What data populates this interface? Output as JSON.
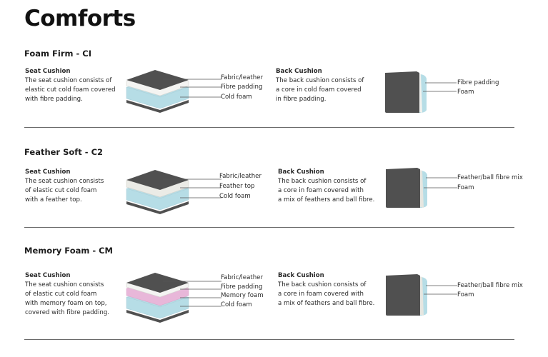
{
  "page": {
    "title": "Comforts"
  },
  "sections": [
    {
      "title": "Foam Firm - CI",
      "seat": {
        "heading": "Seat Cushion",
        "lines": [
          "The seat cushion consists of",
          "elastic cut cold foam covered",
          "with fibre padding."
        ],
        "layers": [
          "Fabric/leather",
          "Fibre padding",
          "Cold foam"
        ]
      },
      "back": {
        "heading": "Back Cushion",
        "lines": [
          "The back cushion consists of",
          "a core in cold foam covered",
          "in fibre padding."
        ],
        "layers": [
          "Fibre padding",
          "Foam"
        ]
      }
    },
    {
      "title": "Feather Soft - C2",
      "seat": {
        "heading": "Seat Cushion",
        "lines": [
          "The seat cushion consists",
          "of elastic cut cold foam",
          "with a feather top."
        ],
        "layers": [
          "Fabric/leather",
          "Feather top",
          "Cold foam"
        ]
      },
      "back": {
        "heading": "Back Cushion",
        "lines": [
          "The back cushion consists of",
          "a core in foam covered with",
          "a mix of feathers and ball fibre."
        ],
        "layers": [
          "Feather/ball fibre mix",
          "Foam"
        ]
      }
    },
    {
      "title": "Memory Foam - CM",
      "seat": {
        "heading": "Seat Cushion",
        "lines": [
          "The seat cushion consists",
          "of elastic cut cold foam",
          "with memory foam on top,",
          "covered with fibre padding."
        ],
        "layers": [
          "Fabric/leather",
          "Fibre padding",
          "Memory foam",
          "Cold foam"
        ]
      },
      "back": {
        "heading": "Back Cushion",
        "lines": [
          "The back cushion consists of",
          "a core in foam covered with",
          "a mix of feathers and ball fibre."
        ],
        "layers": [
          "Feather/ball fibre mix",
          "Foam"
        ]
      }
    }
  ],
  "colors": {
    "fabric": "#505050",
    "fibre": "#f4f4f2",
    "feather": "#ebebe6",
    "memory": "#e8b7d9",
    "cold_foam": "#b6dde6",
    "line": "#555555"
  }
}
